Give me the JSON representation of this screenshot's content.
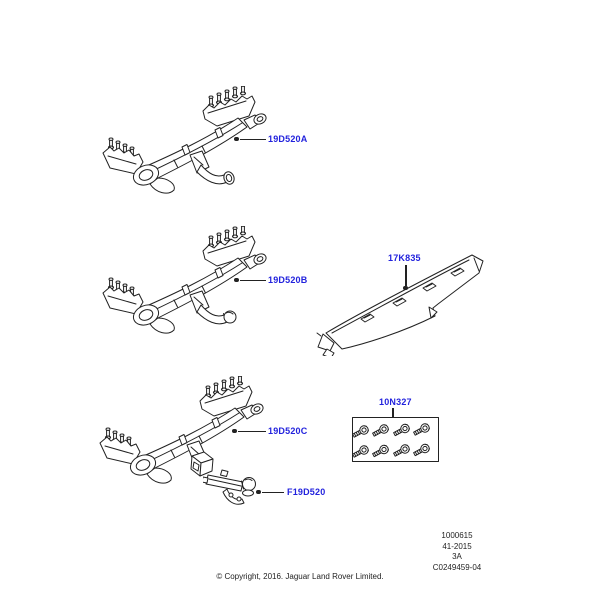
{
  "diagram": {
    "callouts": {
      "towbar_a": {
        "label": "19D520A"
      },
      "towbar_b": {
        "label": "19D520B"
      },
      "towbar_c": {
        "label": "19D520C"
      },
      "finisher_panel": {
        "label": "17K835"
      },
      "bolt_kit": {
        "label": "10N327"
      },
      "tow_ball": {
        "label": "F19D520"
      }
    },
    "ref": {
      "lines": [
        "1000615",
        "41-2015",
        "3A",
        "C0249459-04"
      ]
    },
    "copyright": "© Copyright, 2016. Jaguar Land Rover Limited.",
    "colors": {
      "callout_blue": "#2222dd",
      "line_art": "#222222"
    }
  }
}
